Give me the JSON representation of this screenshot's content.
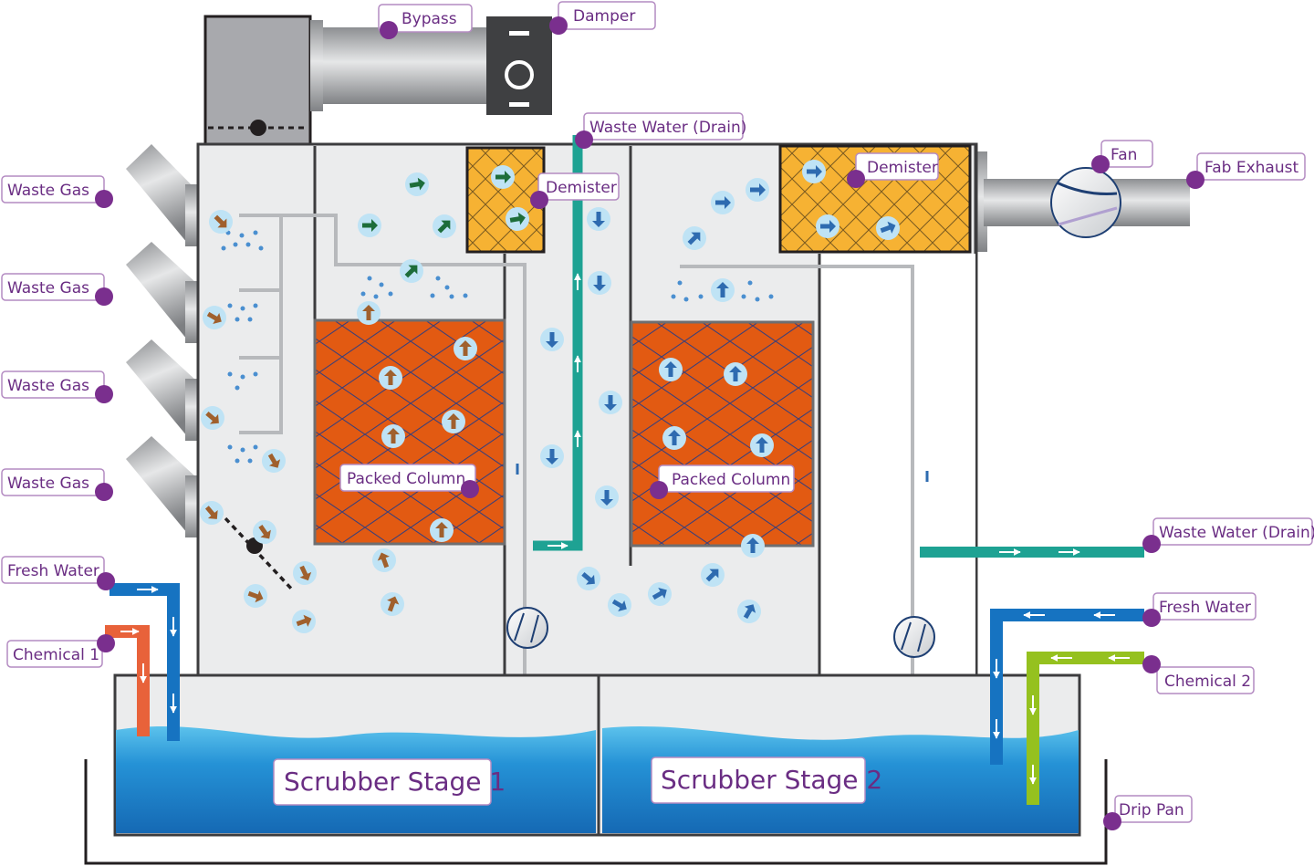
{
  "labels": {
    "bypass": "Bypass",
    "damper": "Damper",
    "waste_water_drain_top": "Waste Water (Drain)",
    "demister_1": "Demister",
    "demister_2": "Demister",
    "fan": "Fan",
    "fab_exhaust": "Fab Exhaust",
    "waste_gas_1": "Waste Gas",
    "waste_gas_2": "Waste Gas",
    "waste_gas_3": "Waste Gas",
    "waste_gas_4": "Waste Gas",
    "packed_column_1": "Packed Column",
    "packed_column_2": "Packed Column",
    "waste_water_drain_right": "Waste Water (Drain)",
    "fresh_water_left": "Fresh Water",
    "chemical_1": "Chemical 1",
    "fresh_water_right": "Fresh Water",
    "chemical_2": "Chemical 2",
    "drip_pan": "Drip Pan",
    "scrubber_stage_1": "Scrubber Stage 1",
    "scrubber_stage_2": "Scrubber Stage 2"
  },
  "colors": {
    "label_text": "#6a2d83",
    "marker": "#7a2f8e",
    "label_border": "#b48bc2",
    "packing": "#e25a12",
    "demister": "#f6b233",
    "chamber": "#ebeced",
    "fresh_water": "#1673c1",
    "waste_water": "#1ea293",
    "chemical_1": "#e8623a",
    "chemical_2": "#95c11f",
    "tank_water": "#1f86cf",
    "gas_arrow_in": "#a0602d",
    "gas_arrow_mid": "#1d6d3a",
    "gas_arrow_clean": "#2e6bb0"
  }
}
